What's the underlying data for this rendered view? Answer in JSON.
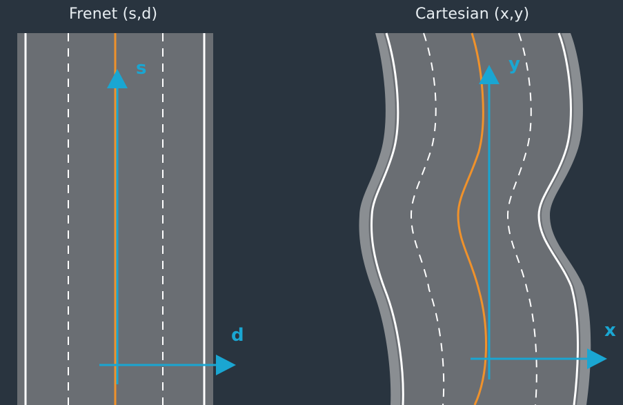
{
  "frenet": {
    "title": "Frenet (s,d)",
    "axis_vertical": "s",
    "axis_horizontal": "d"
  },
  "cartesian": {
    "title": "Cartesian (x,y)",
    "axis_vertical": "y",
    "axis_horizontal": "x"
  },
  "colors": {
    "background": "#29343f",
    "road": "#6a6e73",
    "shoulder": "#8a8e92",
    "lane_line": "#ffffff",
    "center_line": "#f0922b",
    "axis": "#1aa6d2"
  }
}
